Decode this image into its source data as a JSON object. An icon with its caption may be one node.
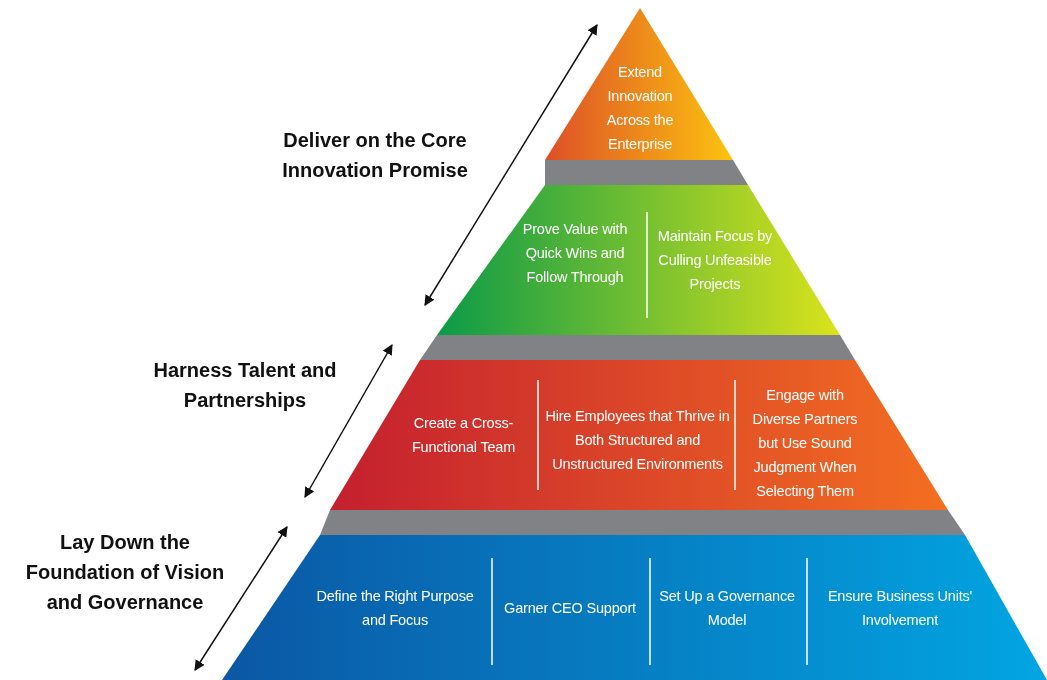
{
  "diagram": {
    "nodes": [
      {
        "text": [
          "Extend Innovation Across the Enterprise"
        ]
      },
      {
        "text": [],
        "shape": "trapezoid"
      },
      {
        "text": [
          "Prove Value with Quick Wins and Follow Through"
        ],
        "in": 1
      },
      {
        "text": [
          "Maintain Focus by Culling Unfeasible Projects"
        ],
        "in": 1
      },
      {
        "text": [],
        "shape": "trapezoid"
      },
      {
        "text": [
          "Create a Cross-Functional Team"
        ],
        "in": 4
      },
      {
        "text": [
          "Hire Employees that Thrive in Both Structured and Unstructured Environments"
        ],
        "in": 4
      },
      {
        "text": [
          "Engage with Diverse Partners but Use Sound Judgment When Selecting Them"
        ],
        "in": 4
      },
      {
        "text": [],
        "shape": "trapezoid"
      },
      {
        "text": [
          "Define the Right Purpose and Focus"
        ],
        "in": 8
      },
      {
        "text": [
          "Garner CEO Support"
        ],
        "in": 8
      },
      {
        "text": [
          "Set Up a Governance Model"
        ],
        "in": 8
      },
      {
        "text": [
          "Ensure Business Units' Involvement"
        ],
        "in": 8
      }
    ],
    "edges": [],
    "labels": [
      "Deliver on the Core Innovation Promise",
      "Harness Talent and Partnerships",
      "Lay Down the Foundation of Vision and Governance"
    ]
  }
}
